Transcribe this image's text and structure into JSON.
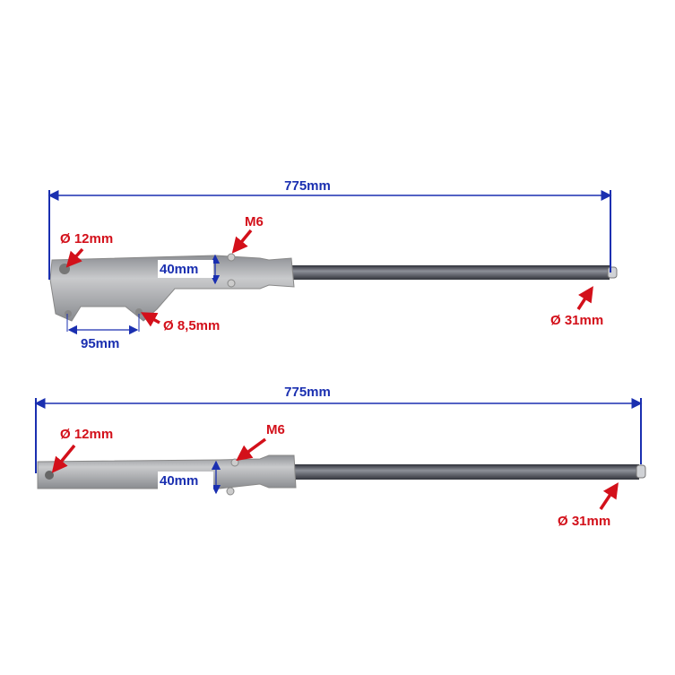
{
  "colors": {
    "dimension": "#1a2fb0",
    "callout": "#d3101a",
    "alloy": "#a9abae",
    "stanchion": "#4a4d55"
  },
  "top_fork": {
    "overall_length": "775mm",
    "axle_hole": "Ø 12mm",
    "bolt_thread": "M6",
    "clamp_spacing": "40mm",
    "mount_spacing": "95mm",
    "mount_hole": "Ø 8,5mm",
    "tube_diameter": "Ø 31mm"
  },
  "bottom_fork": {
    "overall_length": "775mm",
    "axle_hole": "Ø 12mm",
    "bolt_thread": "M6",
    "clamp_spacing": "40mm",
    "tube_diameter": "Ø 31mm"
  }
}
